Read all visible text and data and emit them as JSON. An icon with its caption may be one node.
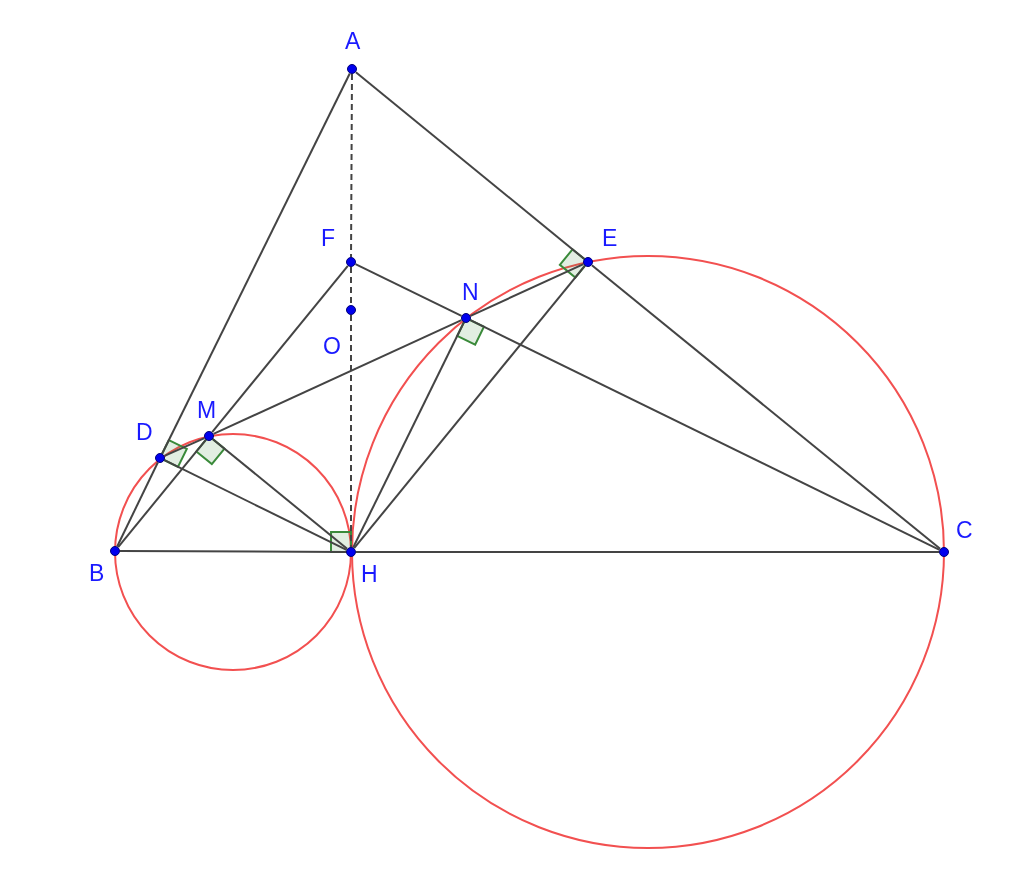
{
  "diagram": {
    "nodes": [
      {
        "text": [
          "A"
        ]
      },
      {
        "text": [
          "F"
        ]
      },
      {
        "text": [
          "E"
        ]
      },
      {
        "text": [
          "N"
        ]
      },
      {
        "text": [
          "O"
        ]
      },
      {
        "text": [
          "M"
        ]
      },
      {
        "text": [
          "D"
        ]
      },
      {
        "text": [
          "B"
        ]
      },
      {
        "text": [
          "H"
        ]
      },
      {
        "text": [
          "C"
        ]
      }
    ],
    "edges": [
      {
        "from": 0,
        "to": 6,
        "arrow": "none"
      },
      {
        "from": 6,
        "to": 7,
        "arrow": "none"
      },
      {
        "from": 0,
        "to": 2,
        "arrow": "none"
      },
      {
        "from": 2,
        "to": 9,
        "arrow": "none"
      },
      {
        "from": 0,
        "to": 1,
        "arrow": "none",
        "style": "dashed"
      },
      {
        "from": 1,
        "to": 4,
        "arrow": "none",
        "style": "dashed"
      },
      {
        "from": 4,
        "to": 8,
        "arrow": "none",
        "style": "dashed"
      },
      {
        "from": 7,
        "to": 8,
        "arrow": "none"
      },
      {
        "from": 8,
        "to": 9,
        "arrow": "none"
      },
      {
        "from": 7,
        "to": 5,
        "arrow": "none"
      },
      {
        "from": 5,
        "to": 1,
        "arrow": "none"
      },
      {
        "from": 1,
        "to": 3,
        "arrow": "none"
      },
      {
        "from": 3,
        "to": 9,
        "arrow": "none"
      },
      {
        "from": 6,
        "to": 8,
        "arrow": "none"
      },
      {
        "from": 6,
        "to": 5,
        "arrow": "none"
      },
      {
        "from": 5,
        "to": 8,
        "arrow": "none"
      },
      {
        "from": 5,
        "to": 3,
        "arrow": "none"
      },
      {
        "from": 3,
        "to": 2,
        "arrow": "none"
      },
      {
        "from": 3,
        "to": 8,
        "arrow": "none"
      },
      {
        "from": 2,
        "to": 8,
        "arrow": "none"
      }
    ]
  }
}
